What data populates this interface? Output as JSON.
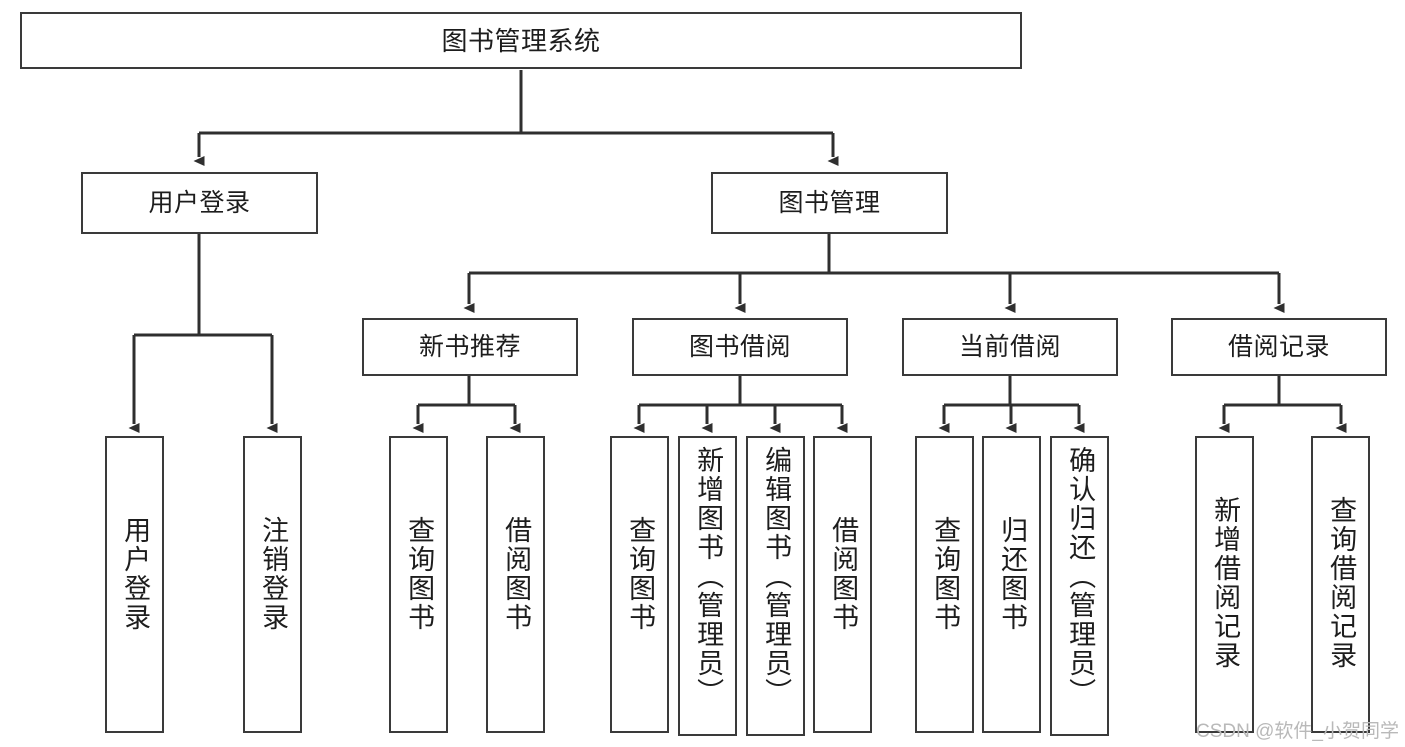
{
  "diagram": {
    "title": "图书管理系统",
    "type": "tree",
    "orientation": "top-down",
    "colors": {
      "box_border": "#3a3a3a",
      "box_fill": "#ffffff",
      "edge": "#2f2f2f",
      "text": "#1d1d1d",
      "watermark": "#b9b9b9",
      "canvas": "#ffffff"
    }
  },
  "root": {
    "label": "图书管理系统"
  },
  "level2": [
    {
      "label": "用户登录"
    },
    {
      "label": "图书管理"
    }
  ],
  "level3": [
    {
      "label": "新书推荐"
    },
    {
      "label": "图书借阅"
    },
    {
      "label": "当前借阅"
    },
    {
      "label": "借阅记录"
    }
  ],
  "leaves": {
    "user_login": [
      {
        "label": "用户登录"
      },
      {
        "label": "注销登录"
      }
    ],
    "new_book": [
      {
        "label": "查询图书"
      },
      {
        "label": "借阅图书"
      }
    ],
    "book_borrow": [
      {
        "label": "查询图书"
      },
      {
        "label": "新增图书（管理员）"
      },
      {
        "label": "编辑图书（管理员）"
      },
      {
        "label": "借阅图书"
      }
    ],
    "current_borrow": [
      {
        "label": "查询图书"
      },
      {
        "label": "归还图书"
      },
      {
        "label": "确认归还（管理员）"
      }
    ],
    "borrow_record": [
      {
        "label": "新增借阅记录"
      },
      {
        "label": "查询借阅记录"
      }
    ]
  },
  "watermark": {
    "text": "CSDN @软件_小贺同学"
  }
}
